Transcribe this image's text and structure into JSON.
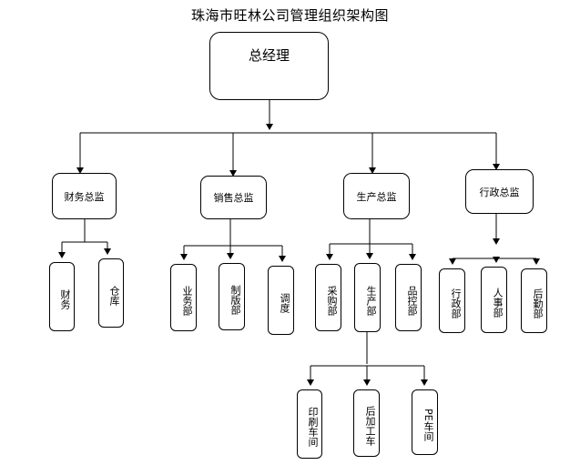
{
  "title": "珠海市旺林公司管理组织架构图",
  "root": "总经理",
  "departments": [
    {
      "name": "财务总监",
      "children": [
        "财务",
        "仓库"
      ]
    },
    {
      "name": "销售总监",
      "children": [
        "业务部",
        "制版部",
        "调度"
      ]
    },
    {
      "name": "生产总监",
      "children": [
        "采购部",
        "生产部",
        "品控部"
      ]
    },
    {
      "name": "行政总监",
      "children": [
        "行政部",
        "人事部",
        "后勤部"
      ]
    }
  ],
  "production_units": [
    "印刷车间",
    "后加工车",
    "PE车间"
  ],
  "colors": {
    "line": "#000000",
    "box_border": "#000000",
    "background": "#ffffff"
  }
}
